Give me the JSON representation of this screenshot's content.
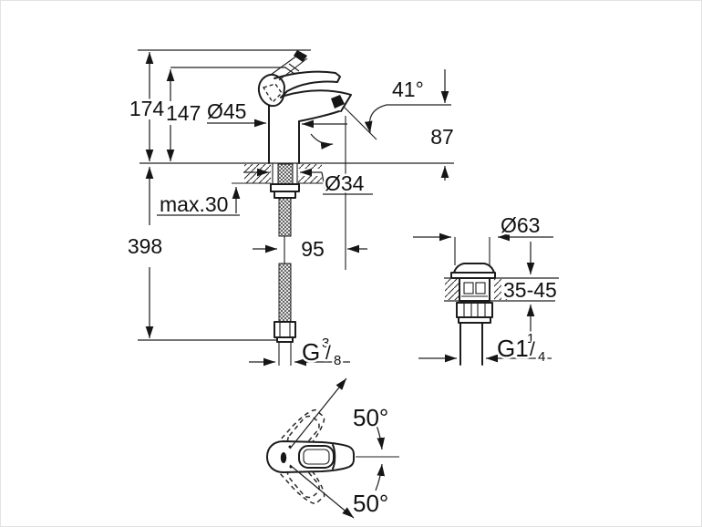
{
  "drawing": {
    "title": "faucet-installation-dimensions",
    "colors": {
      "background": "#ffffff",
      "line": "#1c1c1c"
    }
  },
  "views": {
    "faucet_side": {
      "labels": {
        "height_total": "174",
        "height_body": "147",
        "base_diameter": "Ø45",
        "spout_angle": "41°",
        "outlet_height": "87",
        "mounting_thickness": "max.30",
        "hole_diameter": "Ø34",
        "below_deck_length": "398",
        "spout_reach": "95",
        "supply_thread": {
          "base": "G",
          "sup": "3",
          "slash": "/",
          "sub": "8"
        }
      }
    },
    "drain_valve": {
      "labels": {
        "flange_diameter": "Ø63",
        "deck_thickness_range": "35-45",
        "waste_thread": {
          "base": "G1",
          "sup": "1",
          "slash": "/",
          "sub": "4"
        }
      }
    },
    "handle_top": {
      "labels": {
        "swivel_up": "50°",
        "swivel_down": "50°"
      }
    }
  }
}
